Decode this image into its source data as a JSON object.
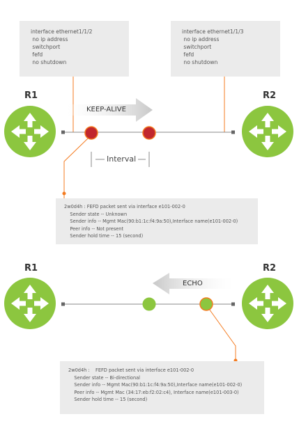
{
  "top": {
    "left_config": {
      "lines": [
        "interface ethernet1/1/2",
        " no ip address",
        " switchport",
        " fefd",
        " no shutdown"
      ]
    },
    "right_config": {
      "lines": [
        "interface ethernet1/1/3",
        " no ip address",
        " switchport",
        " fefd",
        " no shutdown"
      ]
    },
    "router_left": "R1",
    "router_right": "R2",
    "arrow_label": "KEEP-ALIVE",
    "interval_label": "Interval",
    "log": {
      "lines": [
        "2w0d4h : FEFD packet sent via interface e101-002-0",
        "    Sender state -- Unknown",
        "    Sender info -- Mgmt Mac(90:b1:1c:f4:9a:50),Interface name(e101-002-0)",
        "    Peer info -- Not present",
        "    Sender hold time -- 15 (second)"
      ]
    }
  },
  "bottom": {
    "router_left": "R1",
    "router_right": "R2",
    "arrow_label": "ECHO",
    "log": {
      "lines": [
        "2w0d4h :    FEFD packet sent via interface e101-002-0",
        "    Sender state -- Bi-directional",
        "    Sender info -- Mgmt Mac(90:b1:1c:f4:9a:50),Interface name(e101-002-0)",
        "    Peer info -- Mgmt Mac (34:17:eb:f2:02:c4), Interface name(e101-003-0)",
        "    Sender hold time -- 15 (second)"
      ]
    }
  },
  "colors": {
    "router": "#8cc63f",
    "orange": "#f47b20",
    "red_packet": "#c1272d",
    "green_packet": "#8cc63f",
    "line": "#888888",
    "box": "#ebebeb"
  }
}
